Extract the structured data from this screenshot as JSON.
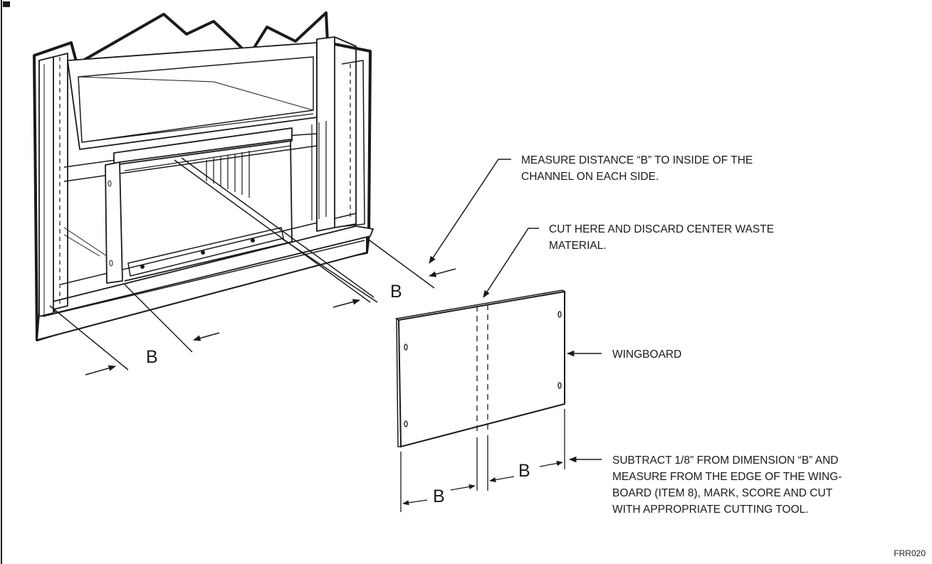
{
  "callouts": {
    "measure_b": [
      "MEASURE DISTANCE “B” TO INSIDE OF THE",
      "CHANNEL ON EACH SIDE."
    ],
    "cut_here": [
      "CUT HERE AND DISCARD CENTER WASTE",
      "MATERIAL."
    ],
    "wingboard": "WINGBOARD",
    "subtract": [
      "SUBTRACT 1/8” FROM DIMENSION “B” AND",
      "MEASURE FROM THE EDGE OF THE WING-",
      "BOARD (ITEM 8), MARK, SCORE AND CUT",
      "WITH APPROPRIATE CUTTING TOOL."
    ]
  },
  "dimension_label": "B",
  "figure_code": "FRR020"
}
